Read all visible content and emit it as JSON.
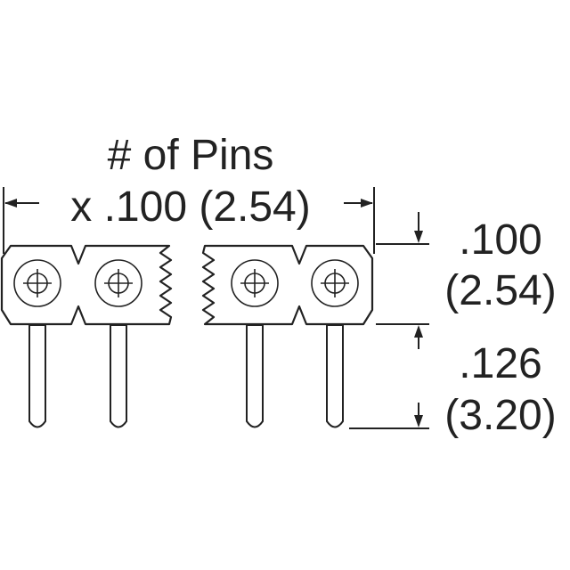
{
  "labels": {
    "pins_title": "# of Pins",
    "pitch_formula": "x .100 (2.54)",
    "body_height_in": ".100",
    "body_height_mm": "(2.54)",
    "pin_length_in": ".126",
    "pin_length_mm": "(3.20)"
  },
  "colors": {
    "line": "#222222",
    "background": "#ffffff"
  }
}
